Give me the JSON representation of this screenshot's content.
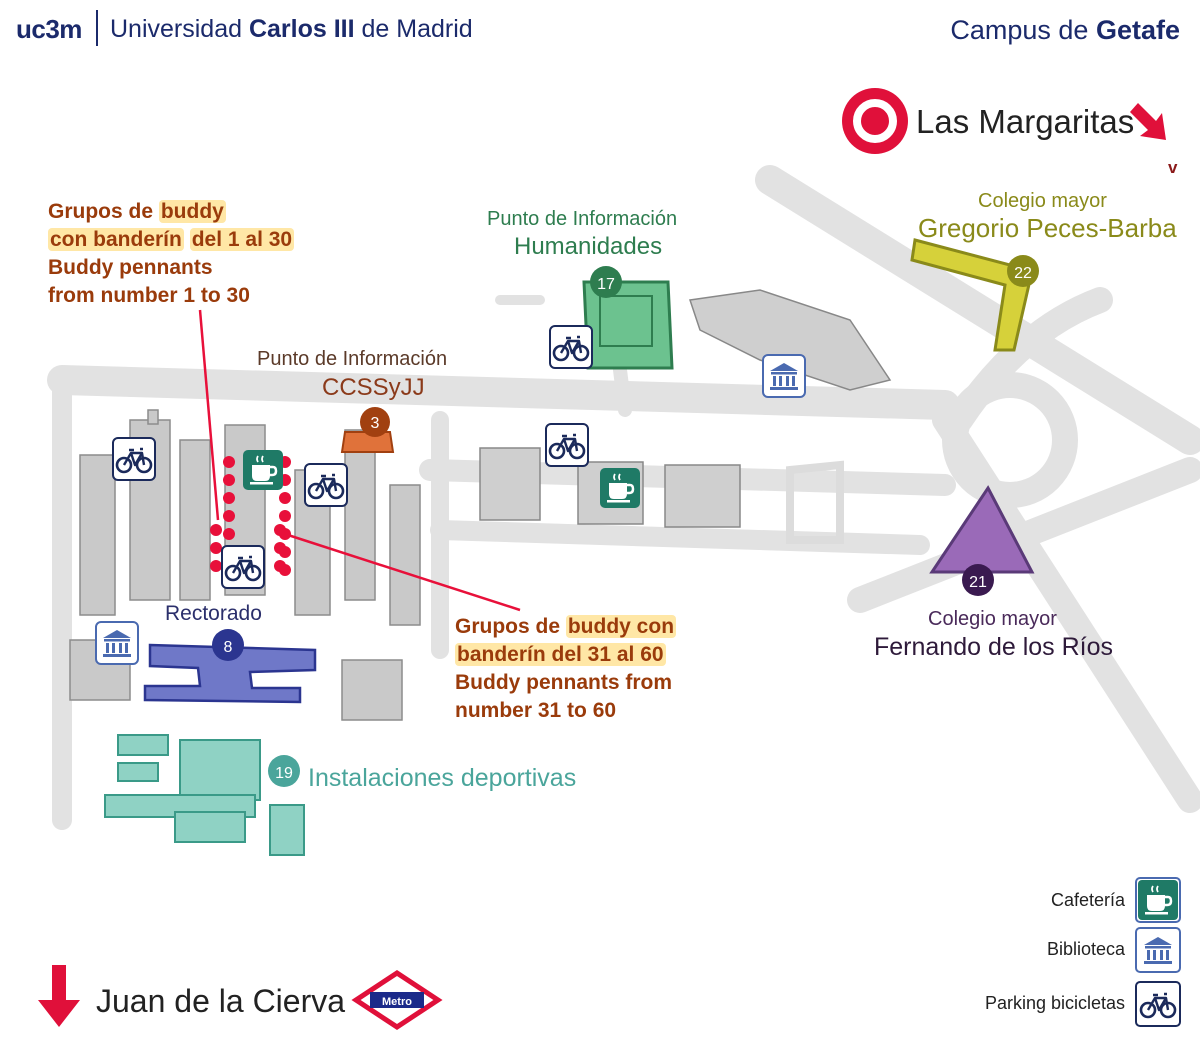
{
  "header": {
    "logo": "uc3m",
    "university_prefix": "Universidad ",
    "university_bold": "Carlos III",
    "university_suffix": " de Madrid",
    "campus_prefix": "Campus de ",
    "campus_bold": "Getafe"
  },
  "transport": {
    "station_top": "Las Margaritas",
    "station_bottom": "Juan de la Cierva",
    "metro_sign": "Metro",
    "stray_mark": "v"
  },
  "places": {
    "humanidades": {
      "line1": "Punto de Información",
      "line2": "Humanidades",
      "number": "17"
    },
    "ccssyjj": {
      "line1": "Punto de Información",
      "line2": "CCSSyJJ",
      "number": "3"
    },
    "peces_barba": {
      "line1": "Colegio mayor",
      "line2": "Gregorio Peces-Barba",
      "number": "22"
    },
    "fernando": {
      "line1": "Colegio mayor",
      "line2": "Fernando de los Ríos",
      "number": "21"
    },
    "rectorado": {
      "label": "Rectorado",
      "number": "8"
    },
    "deportivas": {
      "label": "Instalaciones deportivas",
      "number": "19"
    }
  },
  "notes": {
    "left": {
      "l1a": "Grupos de ",
      "l1b": "buddy",
      "l2a": "con banderín",
      "l2b": " ",
      "l2c": "del 1 al 30",
      "l3": "Buddy pennants",
      "l4": "from number 1 to 30"
    },
    "right": {
      "l1a": "Grupos de ",
      "l1b": "buddy con",
      "l2": "banderín del 31 al 60",
      "l3": "Buddy pennants from",
      "l4": "number 31 to 60"
    }
  },
  "legend": [
    {
      "label": "Cafetería",
      "icon": "coffee-icon"
    },
    {
      "label": "Biblioteca",
      "icon": "library-icon"
    },
    {
      "label": "Parking bicicletas",
      "icon": "bicycle-icon"
    }
  ],
  "colors": {
    "metro_red": "#e0103a",
    "humanidades": "#4caf78",
    "peces_barba": "#c9c42a",
    "ccssyjj": "#d4652b",
    "fernando": "#8a5aa8",
    "rectorado": "#4a55b8",
    "deportivas": "#5bb8a8",
    "road": "#e2e2e2",
    "pennant_dots": "#e8103a"
  }
}
